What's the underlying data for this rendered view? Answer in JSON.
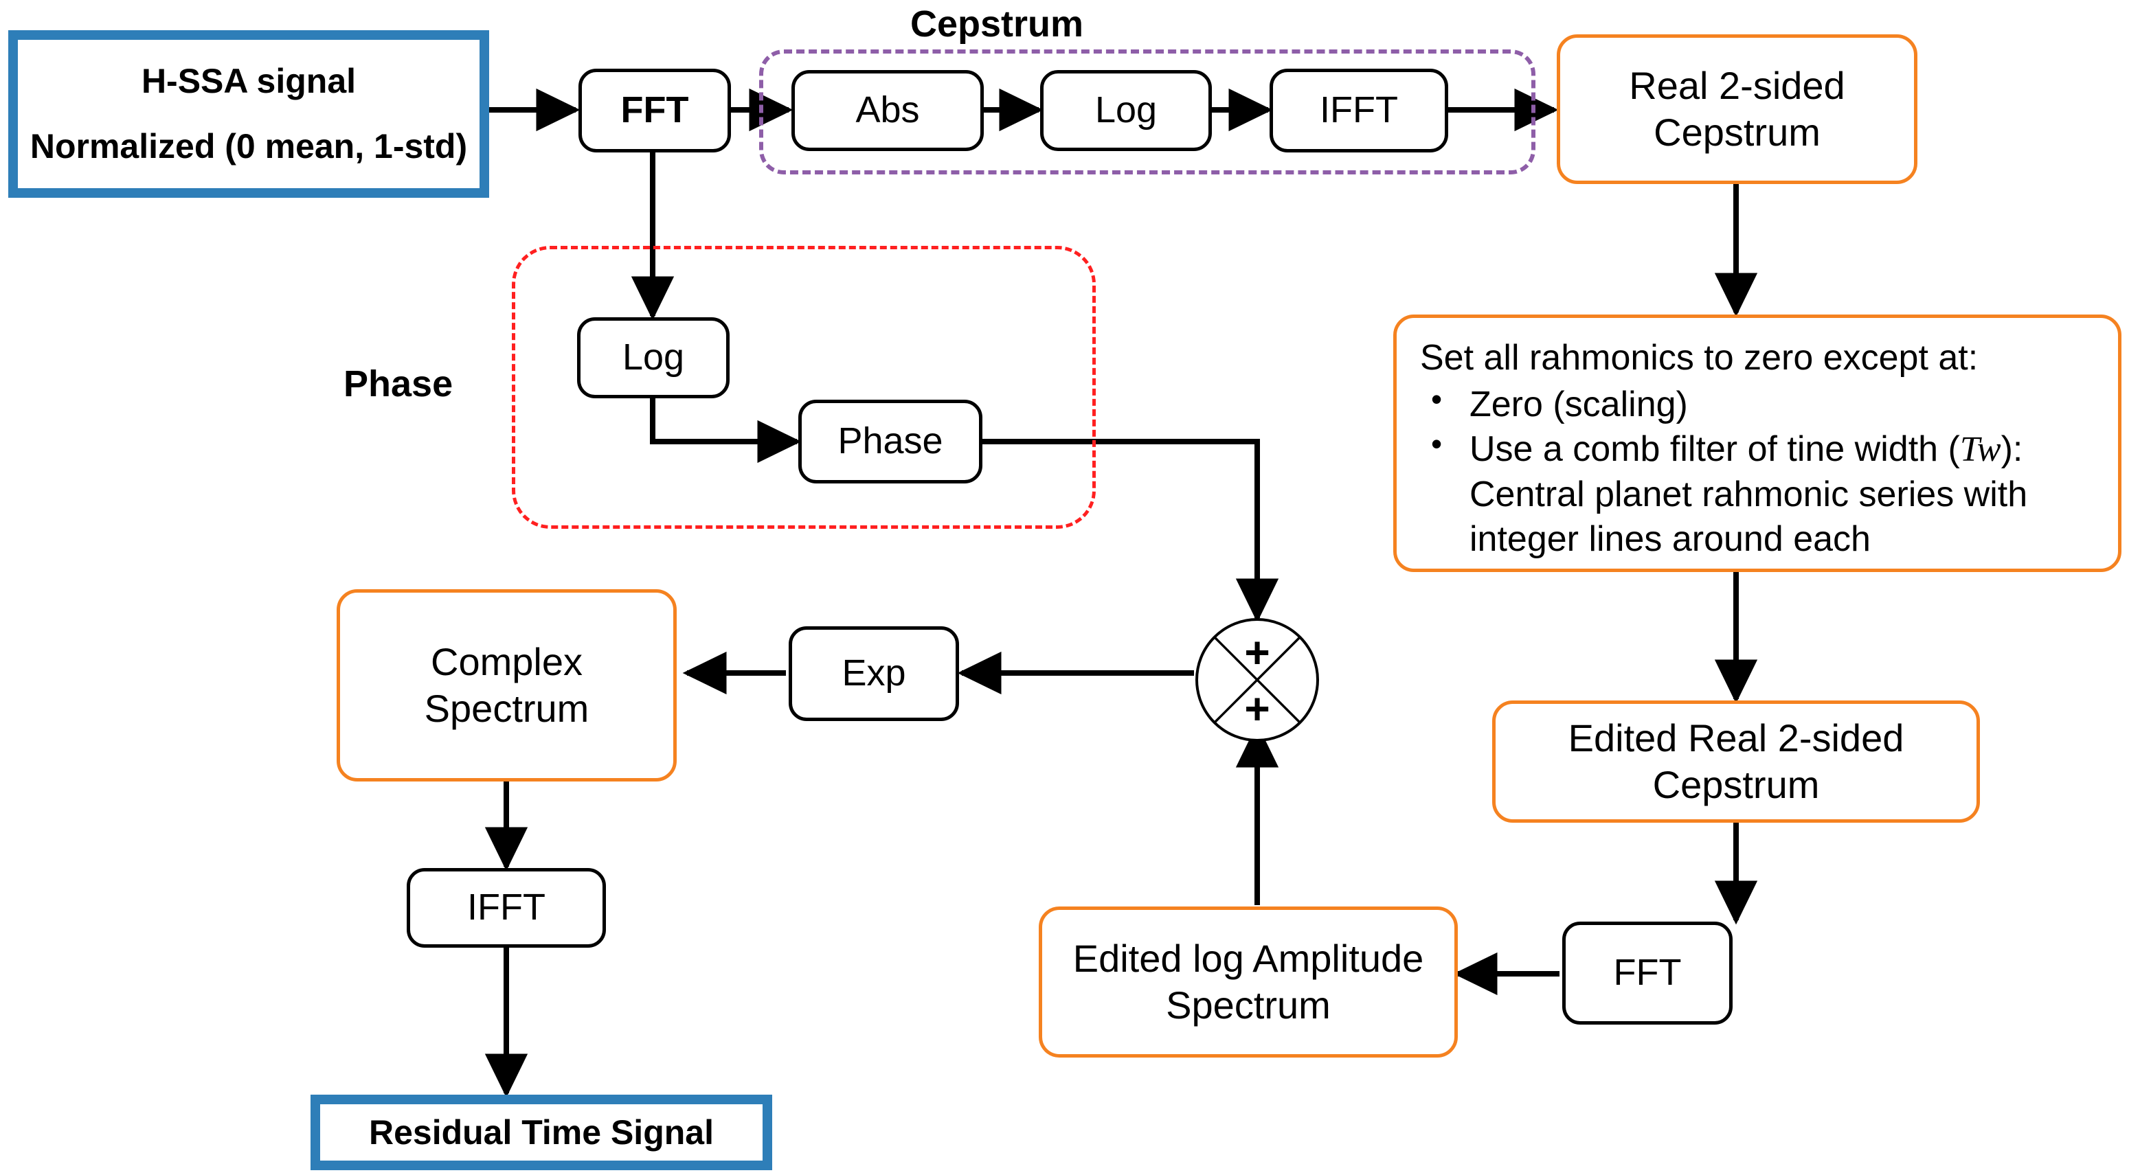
{
  "diagram": {
    "title": "Cepstrum-based residual signal extraction flowchart",
    "colors": {
      "terminal_blue": "#2E7EB8",
      "data_orange": "#F58220",
      "cepstrum_group": "#8E5EA8",
      "phase_group": "#FF2020",
      "process_black": "#000000"
    },
    "groups": [
      {
        "id": "cepstrum",
        "label": "Cepstrum",
        "style": "dashed-purple"
      },
      {
        "id": "phase",
        "label": "Phase",
        "style": "dashed-red"
      }
    ],
    "nodes": {
      "input_signal": {
        "line1": "H-SSA signal",
        "line2": "Normalized (0 mean, 1-std)",
        "kind": "terminal"
      },
      "fft_main": {
        "label": "FFT",
        "kind": "process"
      },
      "abs": {
        "label": "Abs",
        "kind": "process"
      },
      "log_cepstrum": {
        "label": "Log",
        "kind": "process"
      },
      "ifft_cepstrum": {
        "label": "IFFT",
        "kind": "process"
      },
      "real_2sided_cepstrum": {
        "line1": "Real 2-sided",
        "line2": "Cepstrum",
        "kind": "data"
      },
      "log_phase": {
        "label": "Log",
        "kind": "process"
      },
      "phase": {
        "label": "Phase",
        "kind": "process"
      },
      "rahmonics_rule": {
        "lead": "Set all rahmonics to zero except at:",
        "bullets": [
          {
            "text": "Zero (scaling)"
          },
          {
            "text_before": "Use a comb filter of tine width (",
            "symbol": "Tw",
            "text_after": "):",
            "cont": "Central planet rahmonic series with integer lines around each"
          }
        ],
        "kind": "data"
      },
      "edited_real_2sided_cepstrum": {
        "line1": "Edited Real 2-sided",
        "line2": "Cepstrum",
        "kind": "data"
      },
      "fft_bottom": {
        "label": "FFT",
        "kind": "process"
      },
      "edited_log_amp_spectrum": {
        "line1": "Edited log Amplitude",
        "line2": "Spectrum",
        "kind": "data"
      },
      "summation": {
        "top_sign": "+",
        "bottom_sign": "+",
        "kind": "operator"
      },
      "exp": {
        "label": "Exp",
        "kind": "process"
      },
      "complex_spectrum": {
        "line1": "Complex",
        "line2": "Spectrum",
        "kind": "data"
      },
      "ifft_output": {
        "label": "IFFT",
        "kind": "process"
      },
      "residual_time_signal": {
        "label": "Residual Time Signal",
        "kind": "terminal"
      }
    },
    "edges": [
      {
        "from": "input_signal",
        "to": "fft_main"
      },
      {
        "from": "fft_main",
        "to": "abs"
      },
      {
        "from": "abs",
        "to": "log_cepstrum"
      },
      {
        "from": "log_cepstrum",
        "to": "ifft_cepstrum"
      },
      {
        "from": "ifft_cepstrum",
        "to": "real_2sided_cepstrum"
      },
      {
        "from": "fft_main",
        "to": "log_phase"
      },
      {
        "from": "log_phase",
        "to": "phase"
      },
      {
        "from": "phase",
        "to": "summation"
      },
      {
        "from": "real_2sided_cepstrum",
        "to": "rahmonics_rule"
      },
      {
        "from": "rahmonics_rule",
        "to": "edited_real_2sided_cepstrum"
      },
      {
        "from": "edited_real_2sided_cepstrum",
        "to": "fft_bottom"
      },
      {
        "from": "fft_bottom",
        "to": "edited_log_amp_spectrum"
      },
      {
        "from": "edited_log_amp_spectrum",
        "to": "summation"
      },
      {
        "from": "summation",
        "to": "exp"
      },
      {
        "from": "exp",
        "to": "complex_spectrum"
      },
      {
        "from": "complex_spectrum",
        "to": "ifft_output"
      },
      {
        "from": "ifft_output",
        "to": "residual_time_signal"
      }
    ]
  }
}
